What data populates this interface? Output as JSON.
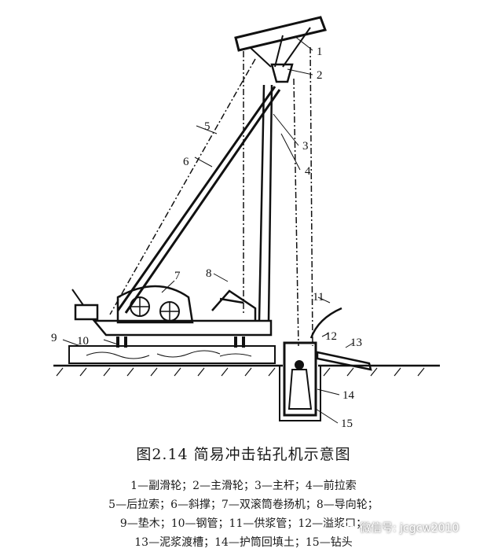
{
  "caption": "图2.14  简易冲击钻孔机示意图",
  "labels": [
    "1",
    "2",
    "3",
    "4",
    "5",
    "6",
    "7",
    "8",
    "9",
    "10",
    "11",
    "12",
    "13",
    "14",
    "15"
  ],
  "legend_lines": [
    "1—副滑轮；2—主滑轮；3—主杆；4—前拉索",
    "5—后拉索；6—斜撑；7—双滚筒卷扬机；8—导向轮；",
    "9—垫木；10—钢管；11—供浆管；12—溢浆口；",
    "13—泥浆渡槽；14—护筒回填土；15—钻头"
  ],
  "watermark": "微信号: jcgcw2010"
}
